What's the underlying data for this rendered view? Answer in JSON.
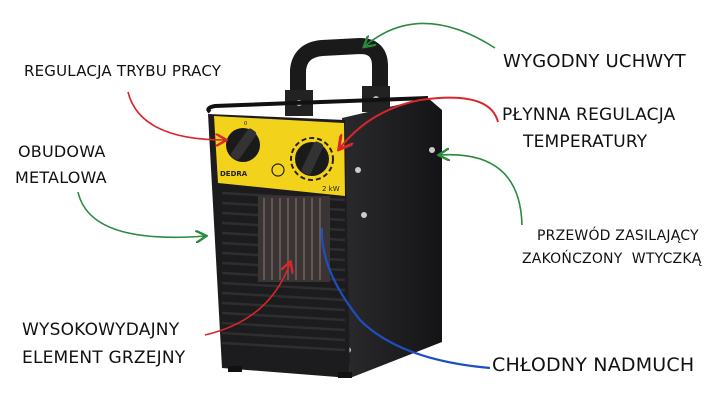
{
  "labels": {
    "mode_control": "REGULACJA TRYBU PRACY",
    "handle": "WYGODNY UCHWYT",
    "temperature_line1": "PŁYNNA REGULACJA",
    "temperature_line2": "TEMPERATURY",
    "housing_line1": "OBUDOWA",
    "housing_line2": "METALOWA",
    "cable_line1": "PRZEWÓD ZASILAJĄCY",
    "cable_line2": "ZAKOŃCZONY  WTYCZKĄ",
    "heating_line1": "WYSOKOWYDAJNY",
    "heating_line2": "ELEMENT GRZEJNY",
    "cool_air": "CHŁODNY NADMUCH"
  },
  "product_markings": {
    "brand": "DEDRA",
    "power": "2 kW",
    "switch_off": "0"
  },
  "colors": {
    "red_arrow": "#d9262b",
    "green_arrow": "#2a8a3e",
    "blue_arrow": "#1f4fbf",
    "panel_yellow": "#f2d21b",
    "body_black": "#1c1c1e"
  }
}
